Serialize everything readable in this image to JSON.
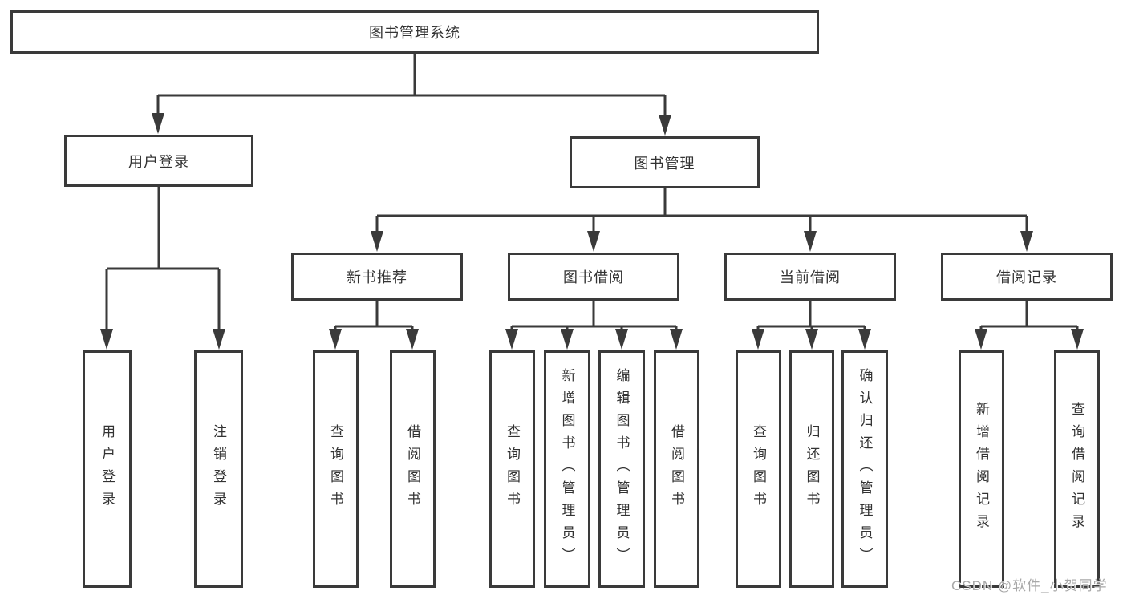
{
  "diagram": {
    "root": "图书管理系统",
    "branches": [
      {
        "label": "用户登录",
        "leaves": [
          "用户登录",
          "注销登录"
        ]
      },
      {
        "label": "图书管理",
        "children": [
          {
            "label": "新书推荐",
            "leaves": [
              "查询图书",
              "借阅图书"
            ]
          },
          {
            "label": "图书借阅",
            "leaves": [
              "查询图书",
              "新增图书（管理员）",
              "编辑图书（管理员）",
              "借阅图书"
            ]
          },
          {
            "label": "当前借阅",
            "leaves": [
              "查询图书",
              "归还图书",
              "确认归还（管理员）"
            ]
          },
          {
            "label": "借阅记录",
            "leaves": [
              "新增借阅记录",
              "查询借阅记录"
            ]
          }
        ]
      }
    ],
    "watermark": "CSDN @软件_小贺同学",
    "colors": {
      "line": "#3a3a3a",
      "text": "#333333",
      "box_background": "#ffffff",
      "watermark": "#a8a8a8"
    }
  }
}
